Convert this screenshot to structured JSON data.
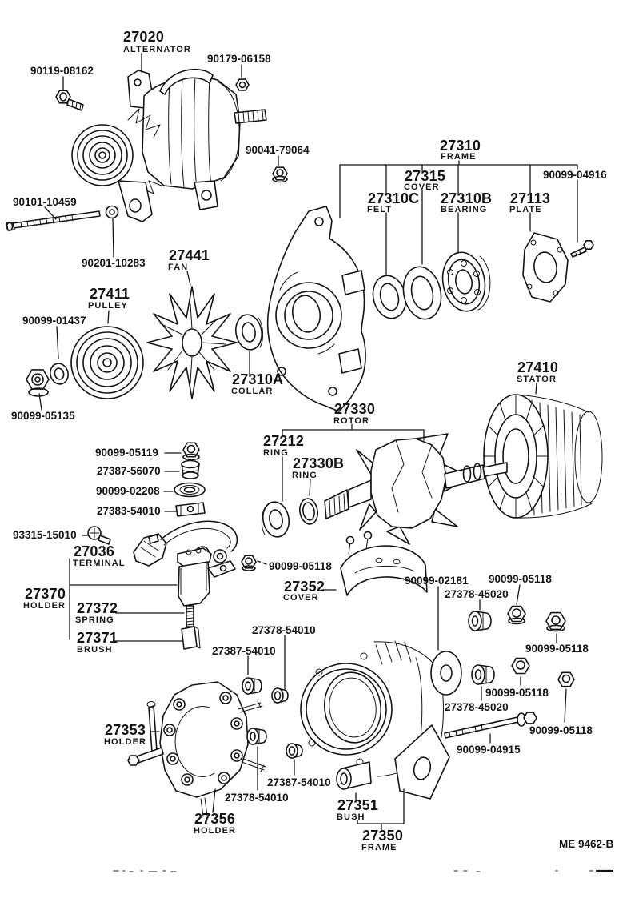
{
  "page": {
    "bg": "#ffffff",
    "ink": "#141414",
    "doc_code": "ME 9462-B"
  },
  "labels": {
    "alt": {
      "no": "27020",
      "cap": "ALTERNATOR"
    },
    "bolt_90119": {
      "no": "90119-08162"
    },
    "nut_90179": {
      "no": "90179-06158"
    },
    "nut_90041": {
      "no": "90041-79064"
    },
    "bolt_90101": {
      "no": "90101-10459"
    },
    "washer_90201": {
      "no": "90201-10283"
    },
    "fan": {
      "no": "27441",
      "cap": "FAN"
    },
    "pulley": {
      "no": "27411",
      "cap": "PULLEY"
    },
    "washer_01437": {
      "no": "90099-01437"
    },
    "nut_05135": {
      "no": "90099-05135"
    },
    "collar": {
      "no": "27310A",
      "cap": "COLLAR"
    },
    "frame_front": {
      "no": "27310",
      "cap": "FRAME"
    },
    "cover_front": {
      "no": "27315",
      "cap": "COVER"
    },
    "felt": {
      "no": "27310C",
      "cap": "FELT"
    },
    "bearing": {
      "no": "27310B",
      "cap": "BEARING"
    },
    "plate": {
      "no": "27113",
      "cap": "PLATE"
    },
    "screw_04916": {
      "no": "90099-04916"
    },
    "stator": {
      "no": "27410",
      "cap": "STATOR"
    },
    "rotor": {
      "no": "27330",
      "cap": "ROTOR"
    },
    "ring_27212": {
      "no": "27212",
      "cap": "RING"
    },
    "ring_27330b": {
      "no": "27330B",
      "cap": "RING"
    },
    "nut_05119": {
      "no": "90099-05119"
    },
    "ins_56070": {
      "no": "27387-56070"
    },
    "washer_02208": {
      "no": "90099-02208"
    },
    "plate_27383": {
      "no": "27383-54010"
    },
    "screw_93315": {
      "no": "93315-15010"
    },
    "terminal": {
      "no": "27036",
      "cap": "TERMINAL"
    },
    "holder_27370": {
      "no": "27370",
      "cap": "HOLDER"
    },
    "spring": {
      "no": "27372",
      "cap": "SPRING"
    },
    "brush": {
      "no": "27371",
      "cap": "BRUSH"
    },
    "nut_05118_term": {
      "no": "90099-05118"
    },
    "cover_27352": {
      "no": "27352",
      "cap": "COVER"
    },
    "washer_02181": {
      "no": "90099-02181"
    },
    "bush_45020_up": {
      "no": "27378-45020"
    },
    "nut_05118_top": {
      "no": "90099-05118"
    },
    "nut_05118_rt": {
      "no": "90099-05118"
    },
    "nut_05118_mid": {
      "no": "90099-05118"
    },
    "bush_45020_lo": {
      "no": "27378-45020"
    },
    "col_54010_mid": {
      "no": "27378-54010"
    },
    "ins_54010_mid": {
      "no": "27387-54010"
    },
    "nut_05118_bot": {
      "no": "90099-05118"
    },
    "bolt_04915": {
      "no": "90099-04915"
    },
    "holder_27353": {
      "no": "27353",
      "cap": "HOLDER"
    },
    "ins_54010_bot": {
      "no": "27387-54010"
    },
    "col_54010_bot": {
      "no": "27378-54010"
    },
    "holder_27356": {
      "no": "27356",
      "cap": "HOLDER"
    },
    "bush_27351": {
      "no": "27351",
      "cap": "BUSH"
    },
    "frame_rear": {
      "no": "27350",
      "cap": "FRAME"
    }
  }
}
